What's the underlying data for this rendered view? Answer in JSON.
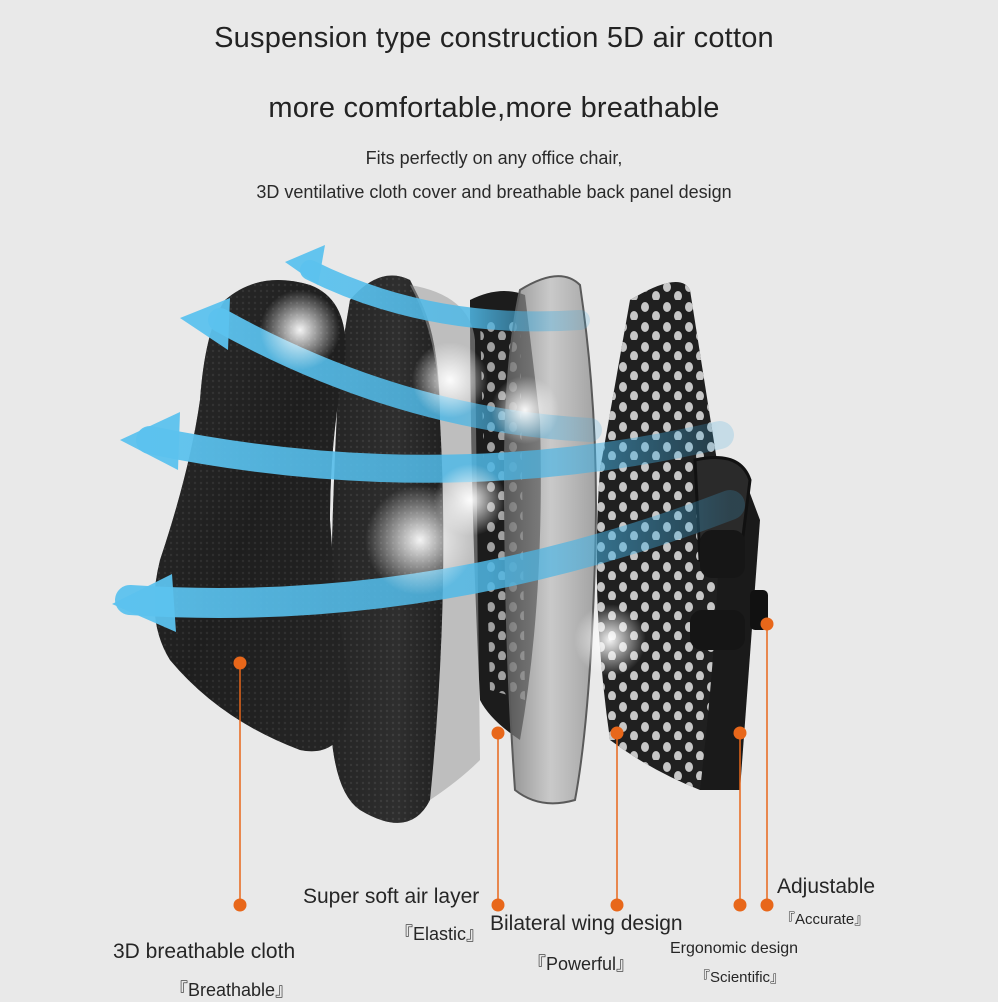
{
  "header": {
    "title_line1": "Suspension type construction  5D air cotton",
    "title_line2": "more comfortable,more breathable",
    "desc_line1": "Fits perfectly on any office chair,",
    "desc_line2": "3D ventilative cloth cover and breathable back panel design"
  },
  "labels": [
    {
      "name": "3D breathable cloth",
      "tag": "『Breathable』"
    },
    {
      "name": "Super soft air layer",
      "tag": "『Elastic』"
    },
    {
      "name": "Bilateral wing design",
      "tag": "『Powerful』"
    },
    {
      "name": "Ergonomic design",
      "tag": "『Scientific』"
    },
    {
      "name": "Adjustable",
      "tag": "『Accurate』"
    }
  ],
  "colors": {
    "background": "#e9e9e9",
    "callout_orange": "#e8671a",
    "airflow_blue": "#4fb8e6",
    "cushion_black": "#1d1d1d"
  },
  "icons": [
    "airflow-arrow-icon",
    "callout-dot-icon"
  ]
}
